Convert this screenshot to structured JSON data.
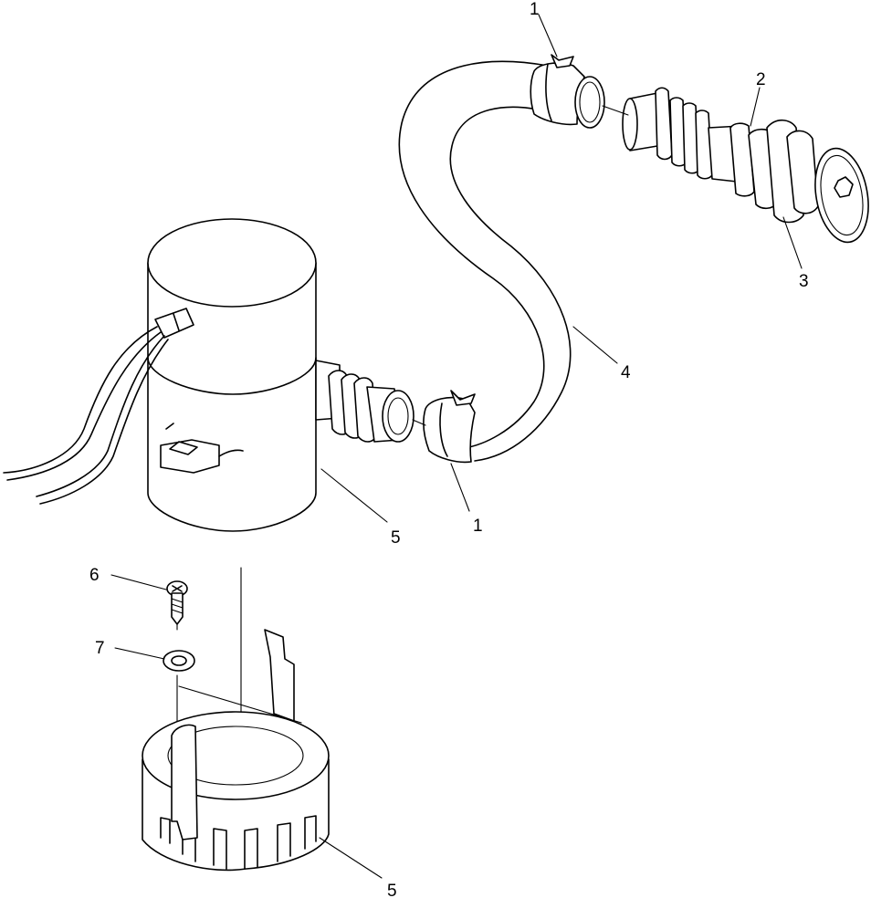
{
  "callouts": [
    {
      "id": "c1a",
      "label": "1"
    },
    {
      "id": "c1b",
      "label": "1"
    },
    {
      "id": "c2",
      "label": "2"
    },
    {
      "id": "c3",
      "label": "3"
    },
    {
      "id": "c4",
      "label": "4"
    },
    {
      "id": "c5a",
      "label": "5"
    },
    {
      "id": "c5b",
      "label": "5"
    },
    {
      "id": "c6",
      "label": "6"
    },
    {
      "id": "c7",
      "label": "7"
    }
  ]
}
